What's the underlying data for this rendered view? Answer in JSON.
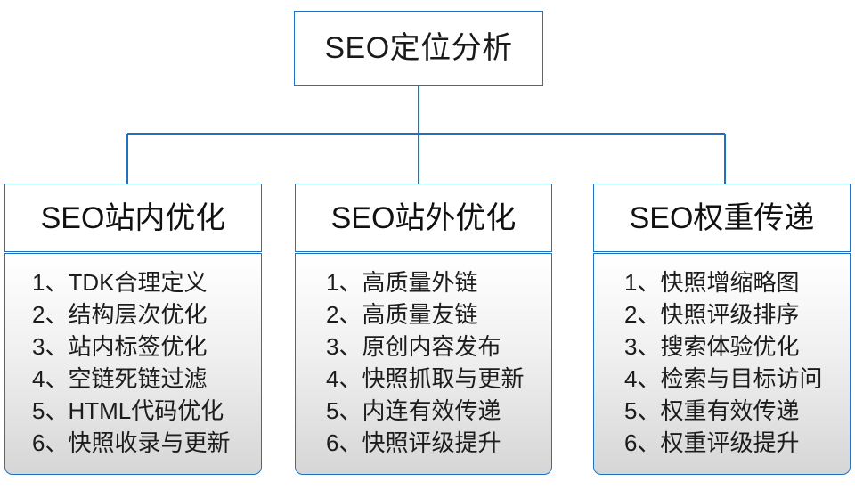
{
  "diagram": {
    "root": {
      "label": "SEO定位分析"
    },
    "accent_color": "#1f72c0",
    "text_color": "#1a1a1a",
    "columns": [
      {
        "header": "SEO站内优化",
        "items": [
          "1、TDK合理定义",
          "2、结构层次优化",
          "3、站内标签优化",
          "4、空链死链过滤",
          "5、HTML代码优化",
          "6、快照收录与更新"
        ]
      },
      {
        "header": "SEO站外优化",
        "items": [
          "1、高质量外链",
          "2、高质量友链",
          "3、原创内容发布",
          "4、快照抓取与更新",
          "5、内连有效传递",
          "6、快照评级提升"
        ]
      },
      {
        "header": "SEO权重传递",
        "items": [
          "1、快照增缩略图",
          "2、快照评级排序",
          "3、搜索体验优化",
          "4、检索与目标访问",
          "5、权重有效传递",
          "6、权重评级提升"
        ]
      }
    ]
  }
}
